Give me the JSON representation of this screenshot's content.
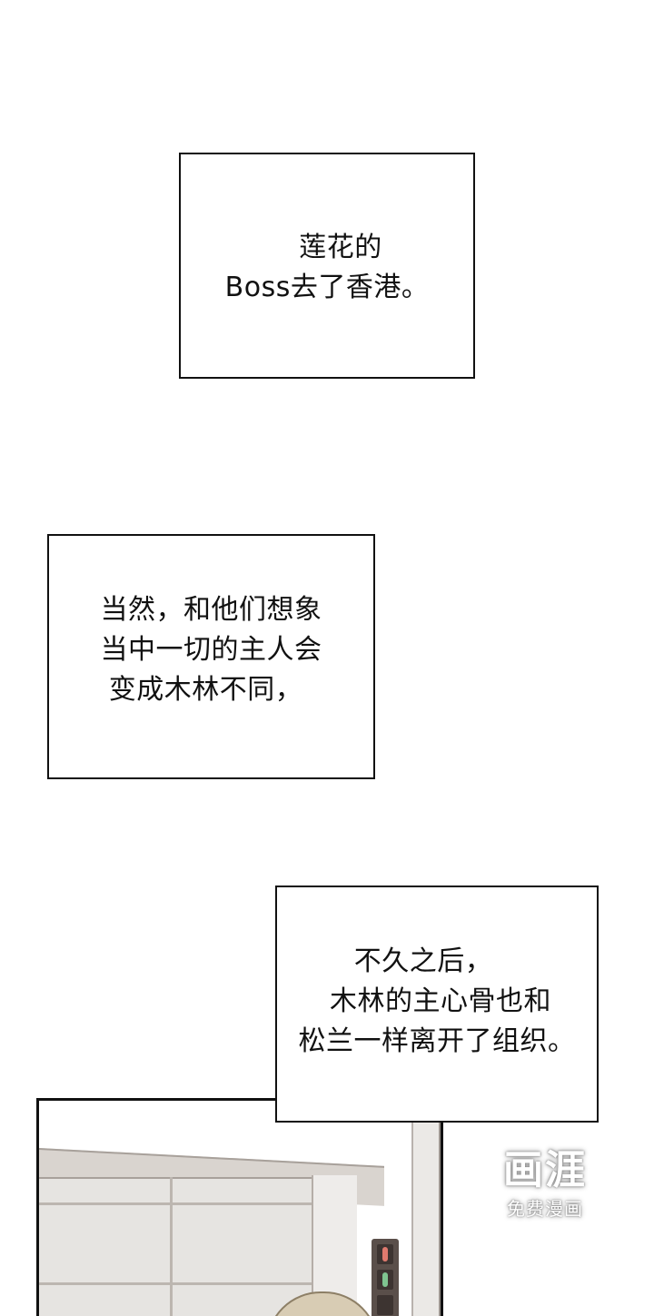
{
  "captions": [
    {
      "lines": [
        "莲花的",
        "Boss去了香港。"
      ]
    },
    {
      "lines": [
        "当然，和他们想象",
        "当中一切的主人会",
        "变成木林不同，"
      ]
    },
    {
      "lines": [
        "不久之后，",
        "木林的主心骨也和",
        "松兰一样离开了组织。"
      ]
    }
  ],
  "watermark": {
    "brand": "画涯",
    "tagline": "免费漫画"
  },
  "colors": {
    "background": "#ffffff",
    "border": "#111111",
    "signal_red": "#e07a6e",
    "signal_green": "#7fc490",
    "hair": "#d8ccb4"
  },
  "panel": {
    "scene": "street-corner-building-with-traffic-signal",
    "elements": [
      "building",
      "utility-pole",
      "pedestrian-signal",
      "character-hair"
    ]
  }
}
